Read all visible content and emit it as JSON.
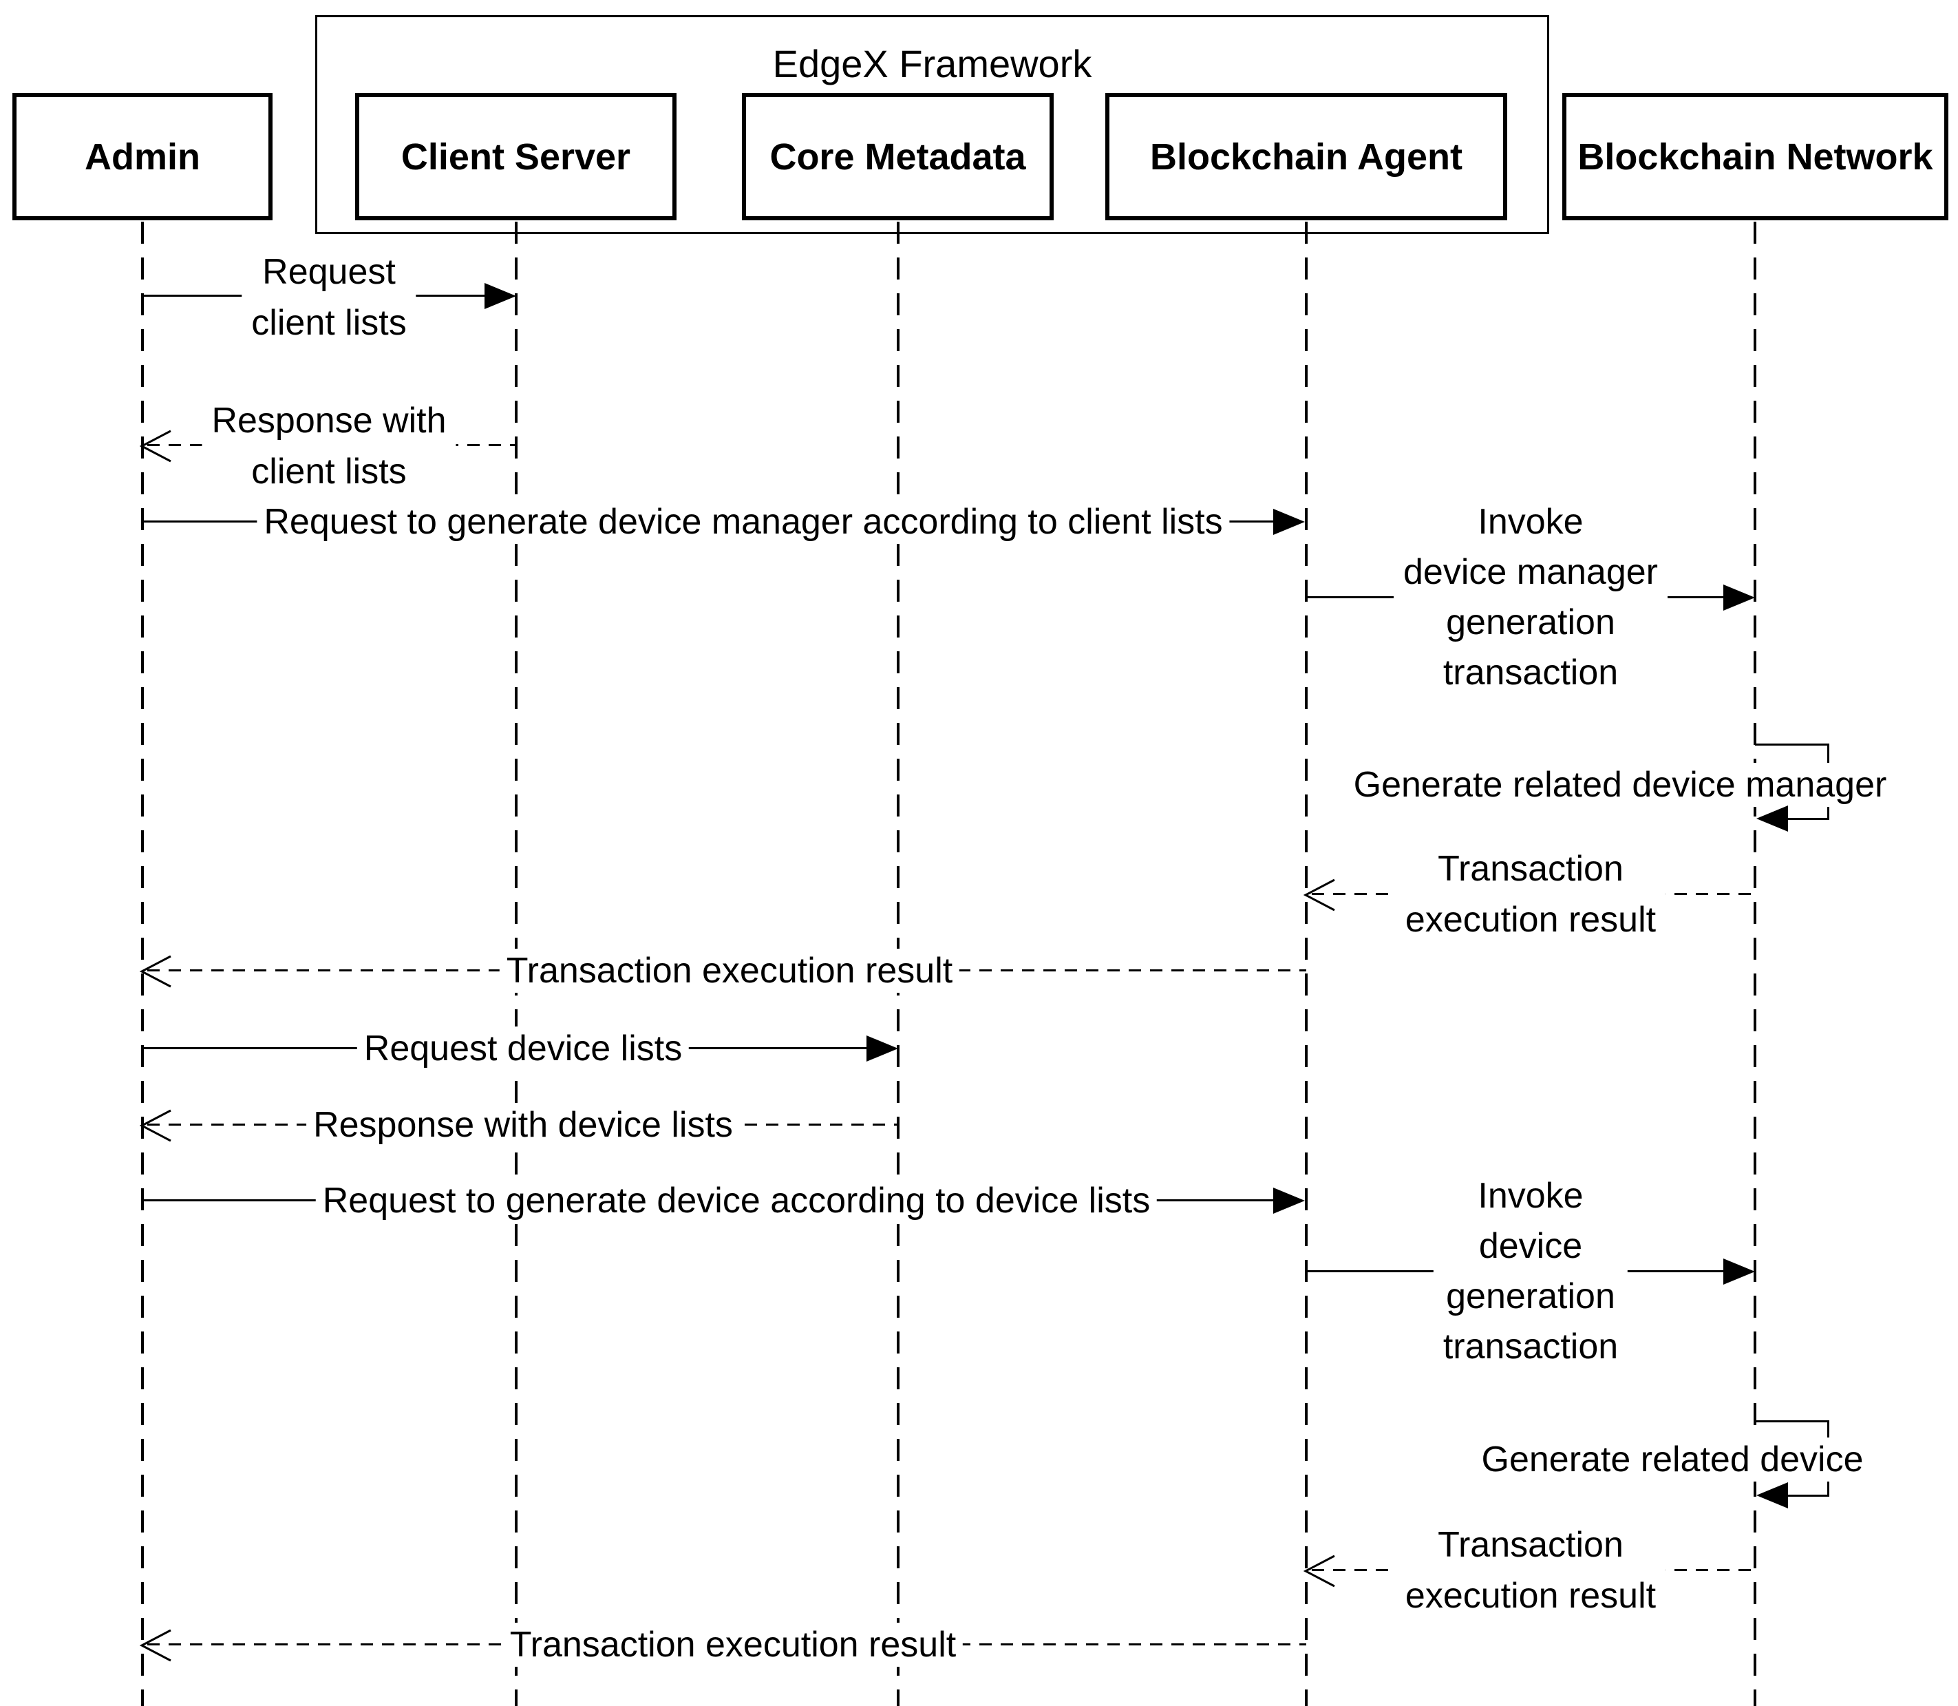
{
  "frame": {
    "label": "EdgeX Framework"
  },
  "participants": [
    {
      "label": "Admin"
    },
    {
      "label": "Client Server"
    },
    {
      "label": "Core Metadata"
    },
    {
      "label": "Blockchain Agent"
    },
    {
      "label": "Blockchain Network"
    }
  ],
  "messages": {
    "request_client_lists": {
      "line1": "Request",
      "line2": "client lists"
    },
    "response_client_lists": {
      "line1": "Response with",
      "line2": "client lists"
    },
    "request_generate_device_manager": {
      "label": "Request to generate device manager according to client lists"
    },
    "invoke_device_manager_tx": {
      "line1": "Invoke",
      "line2": "device manager",
      "line3": "generation",
      "line4": "transaction"
    },
    "generate_related_device_manager": {
      "label": "Generate related device manager"
    },
    "tx_result_network_agent_1": {
      "line1": "Transaction",
      "line2": "execution result"
    },
    "tx_result_agent_admin_1": {
      "label": "Transaction execution result"
    },
    "request_device_lists": {
      "label": "Request device lists"
    },
    "response_device_lists": {
      "label": "Response with device lists"
    },
    "request_generate_device": {
      "label": "Request to generate device according to device lists"
    },
    "invoke_device_tx": {
      "line1": "Invoke",
      "line2": "device",
      "line3": "generation",
      "line4": "transaction"
    },
    "generate_related_device": {
      "label": "Generate related device"
    },
    "tx_result_network_agent_2": {
      "line1": "Transaction",
      "line2": "execution result"
    },
    "tx_result_agent_admin_2": {
      "label": "Transaction execution result"
    }
  },
  "colors": {
    "stroke": "#000000",
    "background": "#ffffff"
  }
}
